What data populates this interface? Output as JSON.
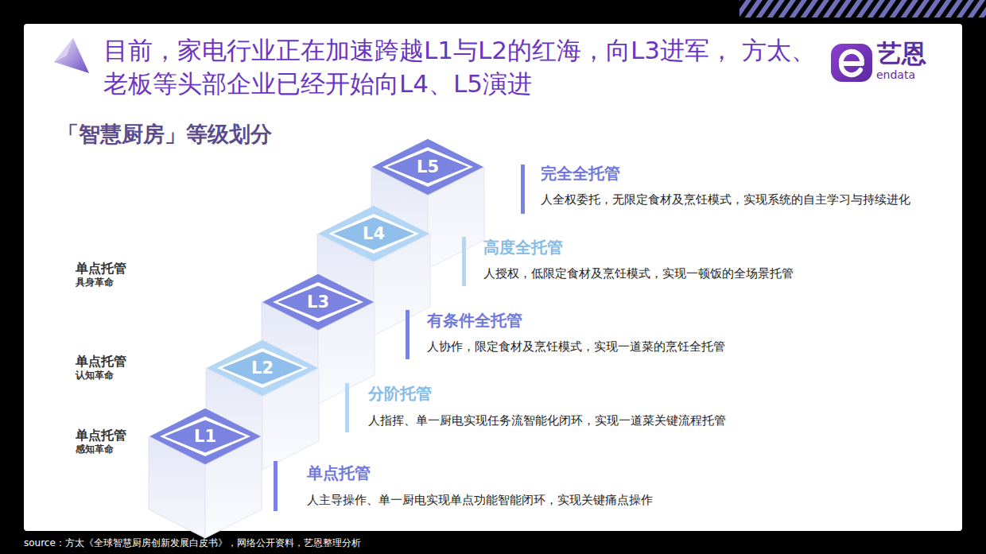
{
  "diagram": {
    "title": "目前，家电行业正在加速跨越L1与L2的红海，向L3进军， 方太、老板等头部企业已经开始向L4、L5演进",
    "caption": "source：方太《全球智慧厨房创新发展白皮书》，网络公开资料，艺恩整理分析",
    "nodes": [
      {
        "text": [
          "L5"
        ]
      },
      {
        "text": [
          "L4"
        ]
      },
      {
        "text": [
          "L3"
        ]
      },
      {
        "text": [
          "L2"
        ]
      },
      {
        "text": [
          "L1"
        ]
      }
    ],
    "labels": [
      "艺恩",
      "endata",
      "「智慧厨房」等级划分",
      "完全全托管",
      "人全权委托，无限定食材及烹饪模式，实现系统的自主学习与持续进化",
      "高度全托管",
      "人授权，低限定食材及烹饪模式，实现一顿饭的全场景托管",
      "单点托管",
      "具身革命",
      "有条件全托管",
      "人协作，限定食材及烹饪模式，实现一道菜的烹饪全托管",
      "单点托管",
      "认知革命",
      "分阶托管",
      "人指挥、单一厨电实现任务流智能化闭环，实现一道菜关键流程托管",
      "单点托管",
      "感知革命",
      "单点托管",
      "人主导操作、单一厨电实现单点功能智能闭环，实现关键痛点操作"
    ]
  }
}
